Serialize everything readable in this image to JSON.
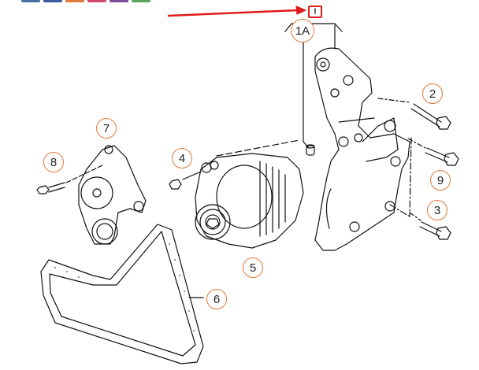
{
  "top_strip": {
    "colors": [
      "#4a6fa5",
      "#3b5998",
      "#e07a3a",
      "#d14a6e",
      "#7a4f9a",
      "#5aa65a"
    ]
  },
  "highlight": {
    "flag_label": "!",
    "arrow_color": "#e01b1b",
    "flag_color": "#e01b1b"
  },
  "callout_color": "#e07a3a",
  "callouts": [
    {
      "id": "1A",
      "label": "1A",
      "part": "bushing"
    },
    {
      "id": "2",
      "label": "2",
      "part": "bolt"
    },
    {
      "id": "3",
      "label": "3",
      "part": "bolt"
    },
    {
      "id": "4",
      "label": "4",
      "part": "bolt"
    },
    {
      "id": "5",
      "label": "5",
      "part": "alternator"
    },
    {
      "id": "6",
      "label": "6",
      "part": "ribbed-belt"
    },
    {
      "id": "7",
      "label": "7",
      "part": "belt-tensioner"
    },
    {
      "id": "8",
      "label": "8",
      "part": "bolt"
    },
    {
      "id": "9",
      "label": "9",
      "part": "bolt"
    }
  ]
}
